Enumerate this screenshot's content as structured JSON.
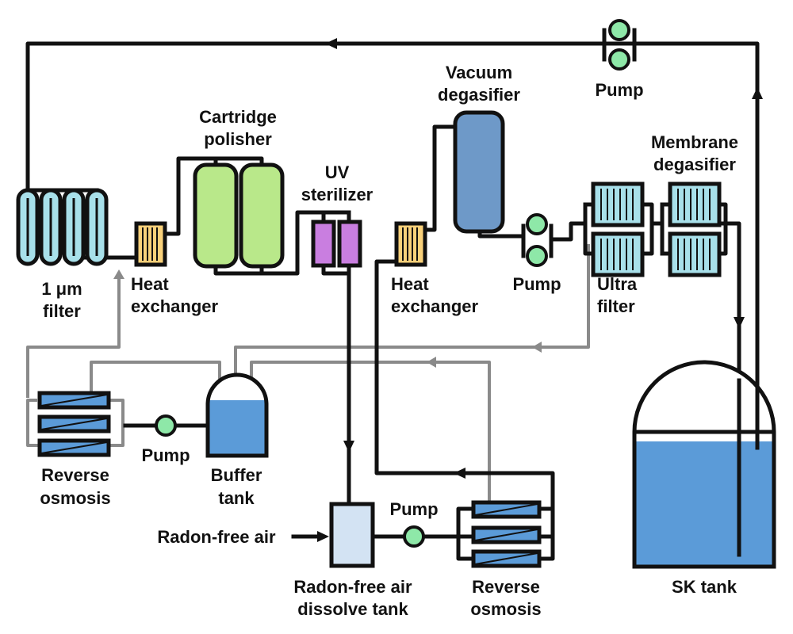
{
  "title": "",
  "labels": {
    "filter_1um_l1": "1 μm",
    "filter_1um_l2": "filter",
    "heat_exchanger_1_l1": "Heat",
    "heat_exchanger_1_l2": "exchanger",
    "cartridge_polisher_l1": "Cartridge",
    "cartridge_polisher_l2": "polisher",
    "uv_sterilizer_l1": "UV",
    "uv_sterilizer_l2": "sterilizer",
    "heat_exchanger_2_l1": "Heat",
    "heat_exchanger_2_l2": "exchanger",
    "vacuum_degasifier_l1": "Vacuum",
    "vacuum_degasifier_l2": "degasifier",
    "pump_top": "Pump",
    "pump_mid": "Pump",
    "membrane_degasifier_l1": "Membrane",
    "membrane_degasifier_l2": "degasifier",
    "ultra_filter_l1": "Ultra",
    "ultra_filter_l2": "filter",
    "pump_left": "Pump",
    "reverse_osmosis_1_l1": "Reverse",
    "reverse_osmosis_1_l2": "osmosis",
    "buffer_tank_l1": "Buffer",
    "buffer_tank_l2": "tank",
    "pump_bottom": "Pump",
    "radon_free_air": "Radon-free air",
    "dissolve_tank_l1": "Radon-free air",
    "dissolve_tank_l2": "dissolve tank",
    "reverse_osmosis_2_l1": "Reverse",
    "reverse_osmosis_2_l2": "osmosis",
    "sk_tank": "SK tank"
  },
  "colors": {
    "pipe": "#111111",
    "pipe_gray": "#8a8a8a",
    "filter_cyan": "#a8e0ea",
    "heat_exchanger_orange": "#f9d17a",
    "polisher_green": "#b9e88a",
    "uv_purple": "#c97ee0",
    "vacuum_blue": "#6e99c8",
    "pump_green": "#8ee8a8",
    "water_blue": "#5b9bd8",
    "ro_blue": "#5b9bd8",
    "dissolve_tank": "#d3e3f3"
  }
}
